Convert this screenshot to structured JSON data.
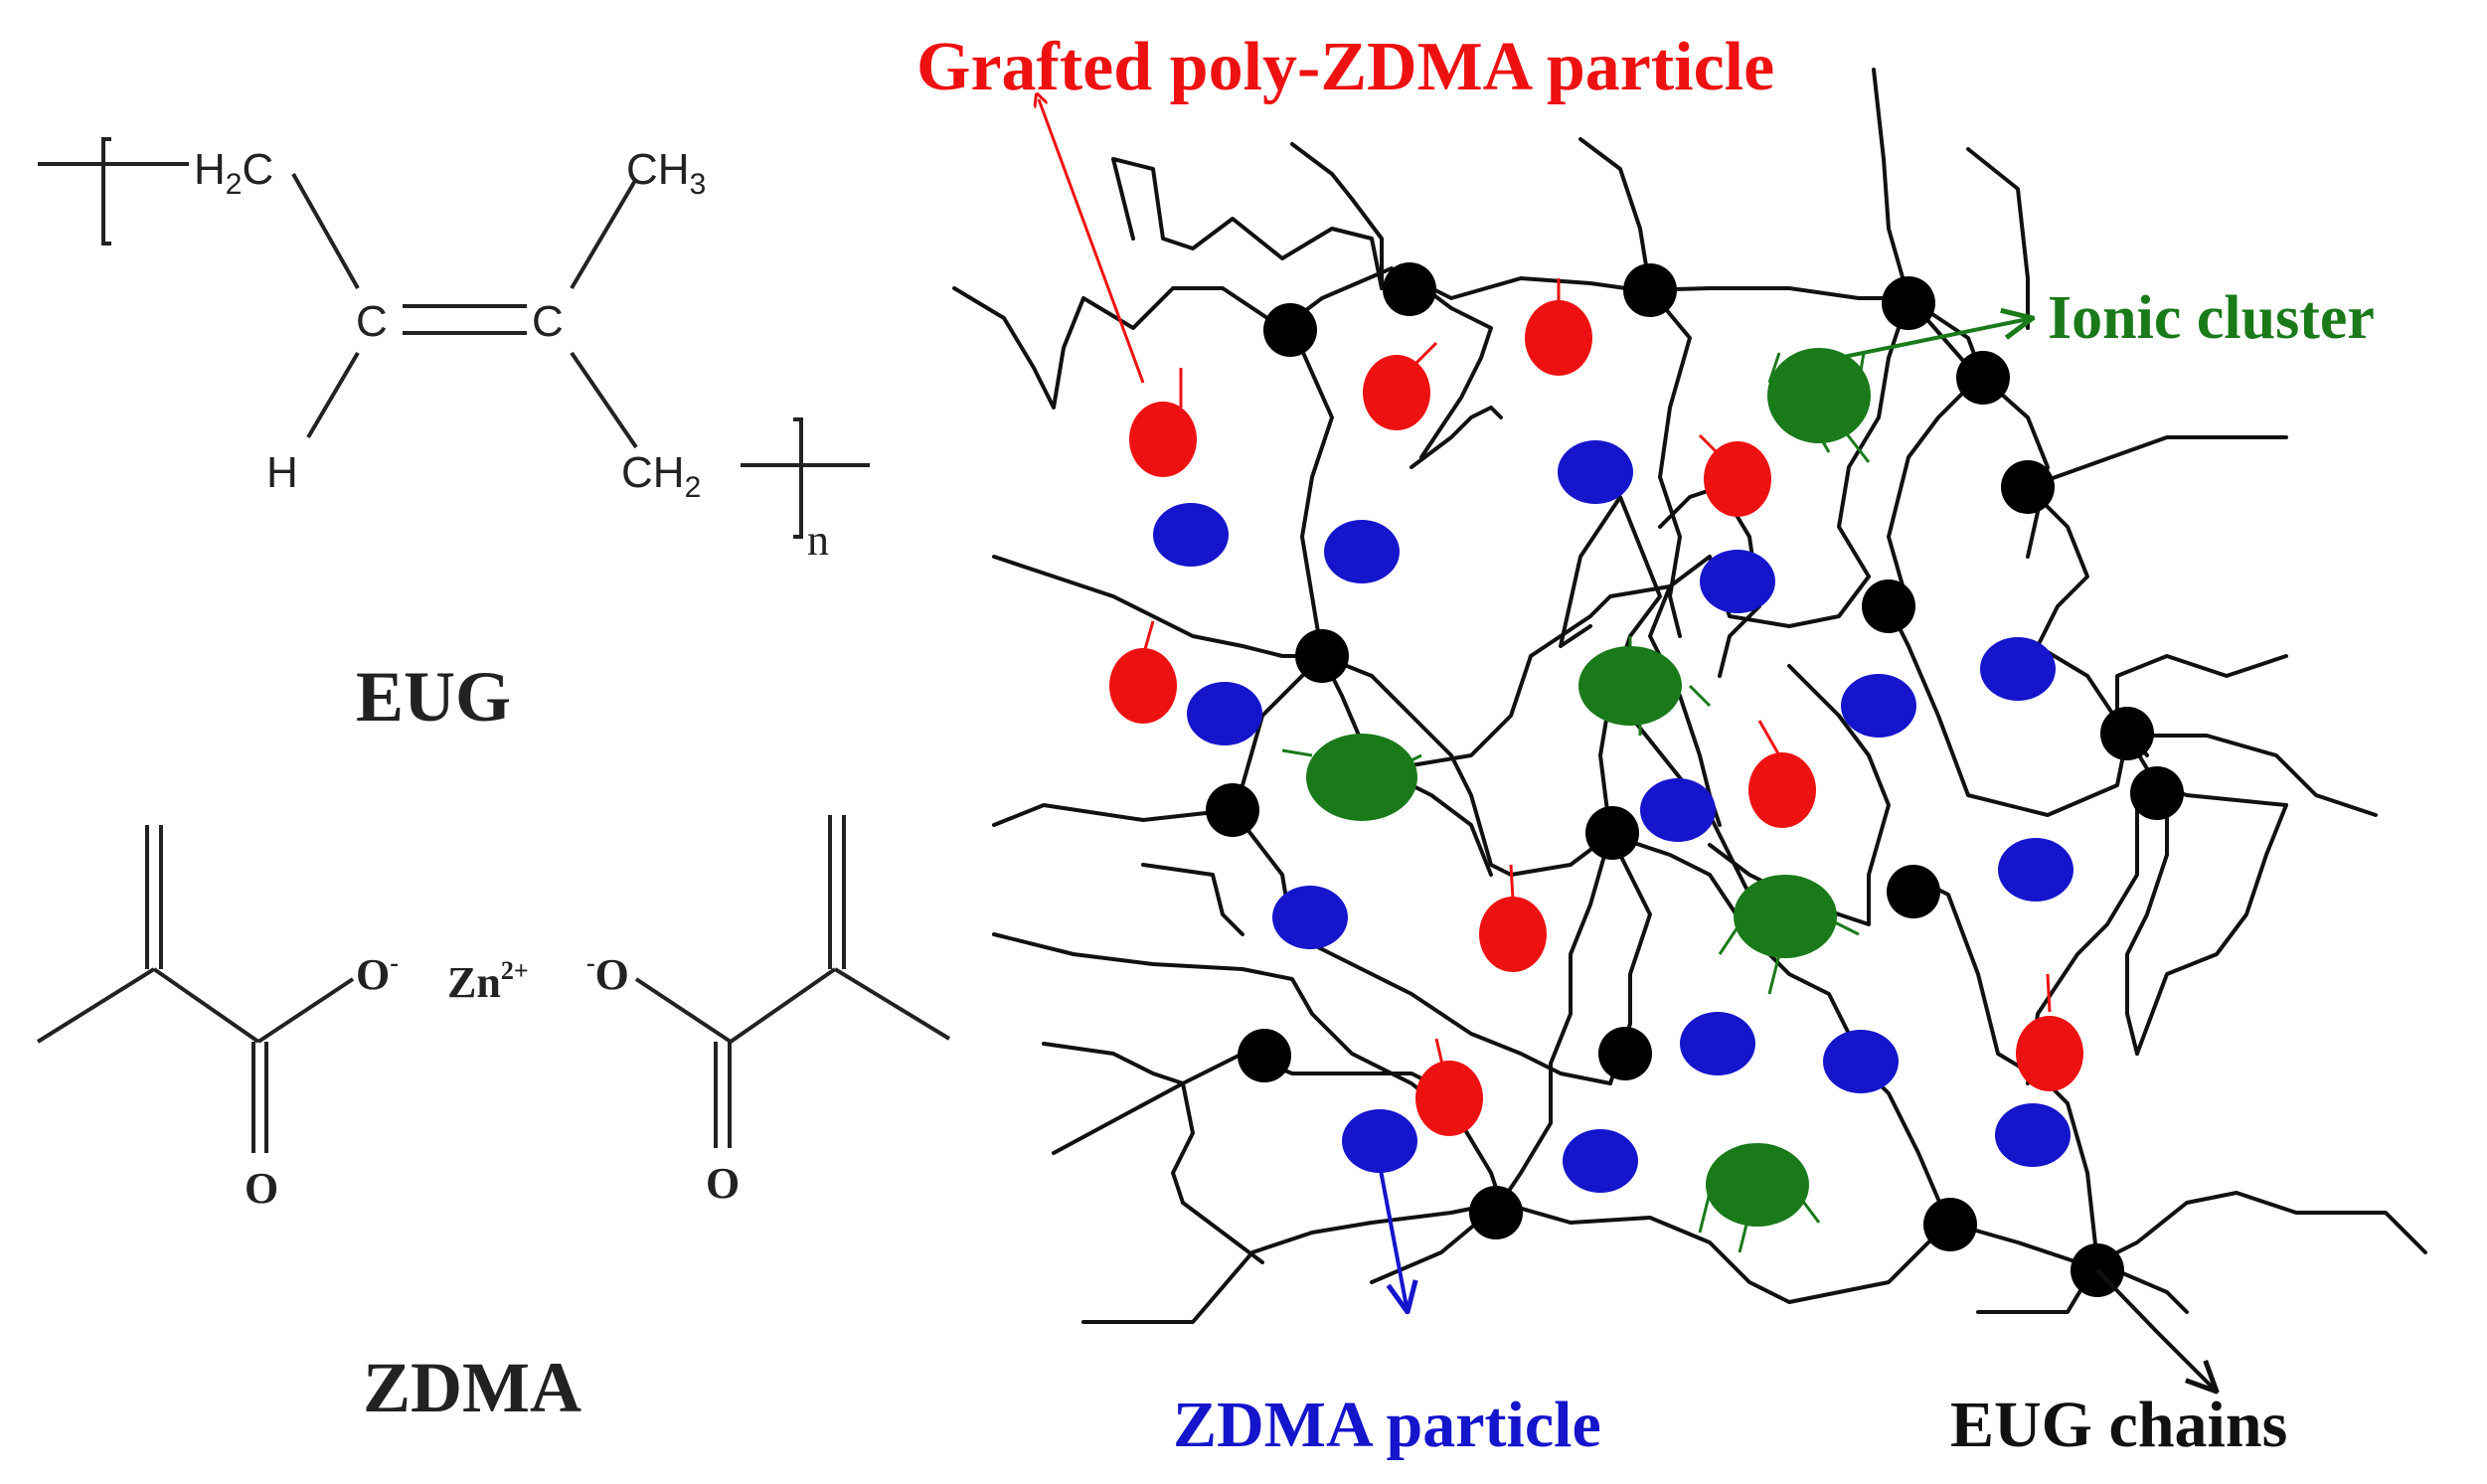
{
  "eug_structure": {
    "name": "EUG",
    "atoms": {
      "h2c": "H",
      "h2c_sub": "2",
      "h2c_tail": "C",
      "c_left": "C",
      "c_right": "C",
      "ch3": "CH",
      "ch3_sub": "3",
      "h": "H",
      "ch2": "CH",
      "ch2_sub": "2",
      "n": "n"
    }
  },
  "zdma_structure": {
    "name": "ZDMA",
    "atoms": {
      "o_minus_left": "O",
      "o_minus_left_charge": "-",
      "zn": "Zn",
      "zn_charge": "2+",
      "o_minus_right_charge": "-",
      "o_minus_right": "O",
      "o_left": "O",
      "o_right": "O"
    }
  },
  "labels": {
    "grafted": "Grafted poly-ZDMA particle",
    "ionic": "Ionic cluster",
    "zdma_particle": "ZDMA particle",
    "eug_chains": "EUG chains"
  },
  "colors": {
    "grafted": "#ee1111",
    "ionic": "#1a7a1a",
    "zdma_particle": "#1515cc",
    "crosslink": "#000000",
    "chain": "#111111"
  }
}
